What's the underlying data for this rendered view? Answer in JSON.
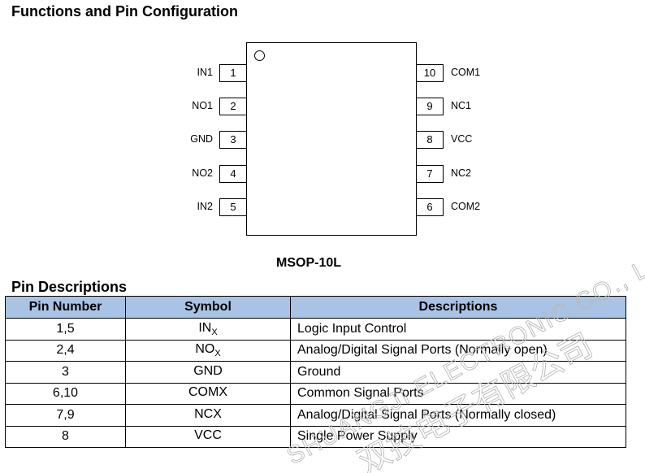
{
  "heading": "Functions and Pin Configuration",
  "package_label": "MSOP-10L",
  "left_pins": [
    {
      "num": "1",
      "name": "IN1"
    },
    {
      "num": "2",
      "name": "NO1"
    },
    {
      "num": "3",
      "name": "GND"
    },
    {
      "num": "4",
      "name": "NO2"
    },
    {
      "num": "5",
      "name": "IN2"
    }
  ],
  "right_pins": [
    {
      "num": "10",
      "name": "COM1"
    },
    {
      "num": "9",
      "name": "NC1"
    },
    {
      "num": "8",
      "name": "VCC"
    },
    {
      "num": "7",
      "name": "NC2"
    },
    {
      "num": "6",
      "name": "COM2"
    }
  ],
  "pin_desc": {
    "heading": "Pin Descriptions",
    "headers": [
      "Pin Number",
      "Symbol",
      "Descriptions"
    ],
    "rows": [
      {
        "pin": "1,5",
        "sym_main": "IN",
        "sym_sub": "X",
        "desc": "Logic Input Control"
      },
      {
        "pin": "2,4",
        "sym_main": "NO",
        "sym_sub": "X",
        "desc": "Analog/Digital Signal Ports (Normally open)"
      },
      {
        "pin": "3",
        "sym_main": "GND",
        "sym_sub": "",
        "desc": "Ground"
      },
      {
        "pin": "6,10",
        "sym_main": "COMX",
        "sym_sub": "",
        "desc": "Common Signal Ports"
      },
      {
        "pin": "7,9",
        "sym_main": "NCX",
        "sym_sub": "",
        "desc": "Analog/Digital Signal Ports (Normally closed)"
      },
      {
        "pin": "8",
        "sym_main": "VCC",
        "sym_sub": "",
        "desc": "Single Power Supply"
      }
    ]
  },
  "watermark": {
    "line1": "SHUANGJI ELECTRONIC CO., LTD",
    "line2": "双技电子有限公司"
  }
}
